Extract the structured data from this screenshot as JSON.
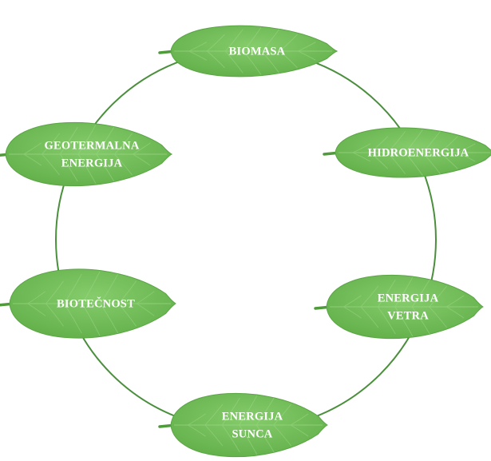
{
  "colors": {
    "leaf": "#77c25e",
    "leaf_dark": "#5aa544",
    "vein": "#9fd888",
    "stem": "#4f9a3a",
    "ring": "#4a8f3c",
    "label": "#ffffff"
  },
  "leaves": [
    {
      "id": "biomasa",
      "lines": [
        "BIOMASA"
      ]
    },
    {
      "id": "hidroenergija",
      "lines": [
        "HIDROENERGIJA"
      ]
    },
    {
      "id": "energija-vetra",
      "lines": [
        "ENERGIJA",
        "VETRA"
      ]
    },
    {
      "id": "energija-sunca",
      "lines": [
        "ENERGIJA",
        "SUNCA"
      ]
    },
    {
      "id": "biotecnost",
      "lines": [
        "BIOTEČNOST"
      ]
    },
    {
      "id": "geotermalna-energija",
      "lines": [
        "GEOTERMALNA",
        "ENERGIJA"
      ]
    }
  ]
}
